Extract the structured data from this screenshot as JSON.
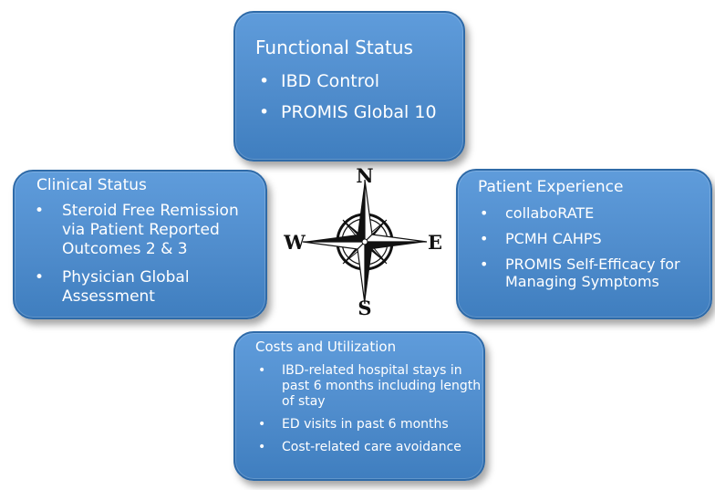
{
  "functional_status": {
    "title": "Functional Status",
    "items": [
      "IBD Control",
      "PROMIS Global 10"
    ]
  },
  "clinical_status": {
    "title": "Clinical Status",
    "items": [
      "Steroid Free Remission via Patient Reported Outcomes 2 & 3",
      "Physician Global Assessment"
    ]
  },
  "patient_experience": {
    "title": "Patient Experience",
    "items": [
      "collaboRATE",
      "PCMH CAHPS",
      "PROMIS Self-Efficacy for Managing Symptoms"
    ]
  },
  "costs_utilization": {
    "title": "Costs and Utilization",
    "items": [
      "IBD-related hospital stays in past 6 months including length of stay",
      "ED visits in past 6 months",
      "Cost-related care avoidance"
    ]
  },
  "compass": {
    "north": "N",
    "south": "S",
    "east": "E",
    "west": "W"
  },
  "bullet_glyph": "•"
}
